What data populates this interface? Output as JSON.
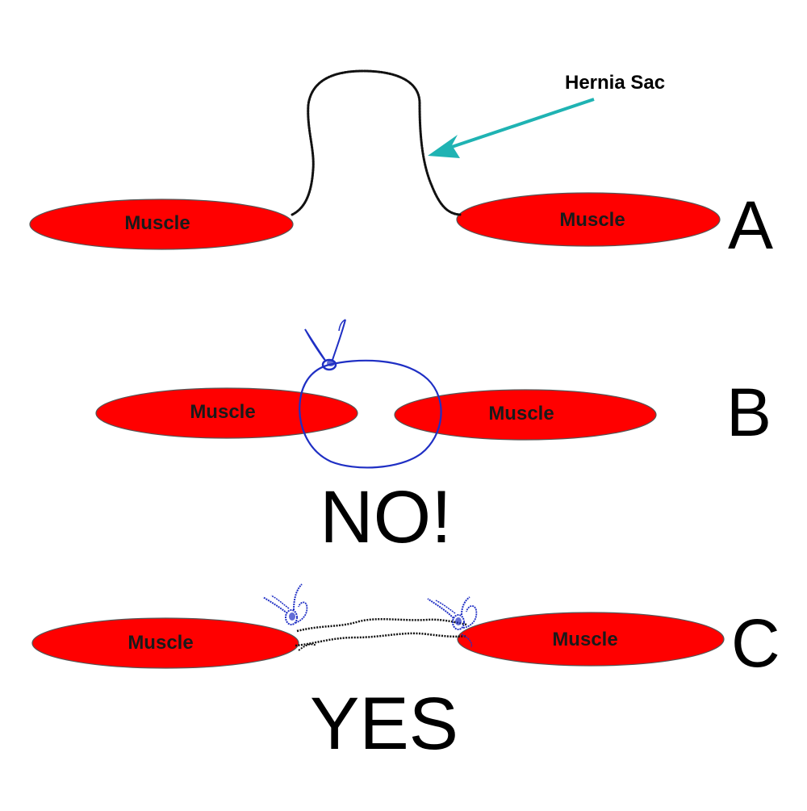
{
  "colors": {
    "muscle_fill": "#ff0000",
    "muscle_outline": "#555555",
    "sac_line": "#111111",
    "suture": "#1f2fc4",
    "arrow": "#1fb3b3"
  },
  "panel_a": {
    "letter": "A",
    "left_muscle_label": "Muscle",
    "right_muscle_label": "Muscle",
    "callout_label": "Hernia Sac"
  },
  "panel_b": {
    "letter": "B",
    "left_muscle_label": "Muscle",
    "right_muscle_label": "Muscle",
    "verdict": "NO!"
  },
  "panel_c": {
    "letter": "C",
    "left_muscle_label": "Muscle",
    "right_muscle_label": "Muscle",
    "verdict": "YES"
  }
}
